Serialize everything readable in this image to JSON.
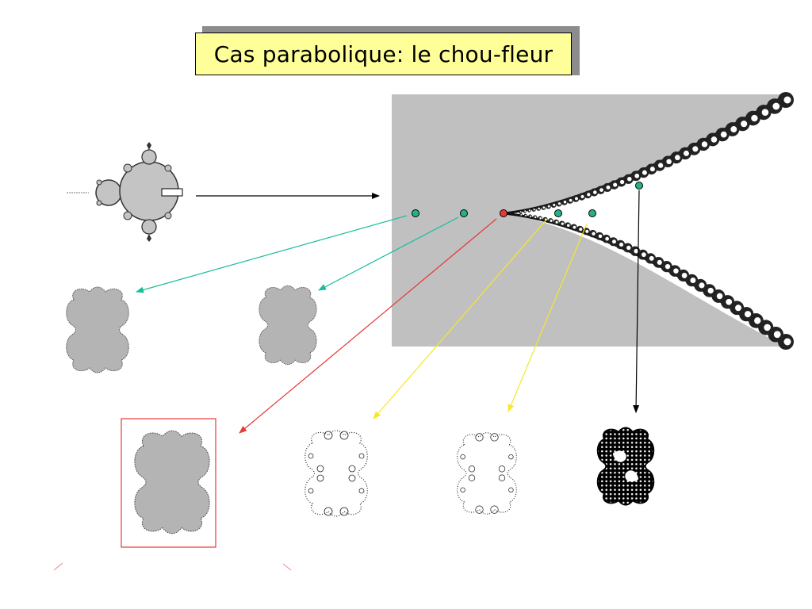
{
  "title": "Cas parabolique: le chou-fleur",
  "colors": {
    "title_bg": "#ffff99",
    "panel_gray": "#c0c0c0",
    "set_gray": "#b4b4b4",
    "arrow_black": "#000000",
    "arrow_green": "#1abc9c",
    "arrow_red": "#e53935",
    "arrow_yellow": "#f5e82a",
    "dot_green": "#26b08a",
    "dot_red": "#e53935",
    "highlight_frame": "#e53935"
  },
  "figures": {
    "mandelbrot_thumbnail": "mandelbrot-set",
    "zoom_panel": "cusp-zoom",
    "julia_sets": [
      {
        "id": "julia-filled-1",
        "style": "filled-gray"
      },
      {
        "id": "julia-filled-2",
        "style": "filled-gray"
      },
      {
        "id": "julia-cauliflower",
        "style": "filled-gray",
        "highlighted": true
      },
      {
        "id": "julia-dust-1",
        "style": "dust"
      },
      {
        "id": "julia-dust-2",
        "style": "dust"
      },
      {
        "id": "julia-black",
        "style": "filled-black"
      }
    ]
  }
}
